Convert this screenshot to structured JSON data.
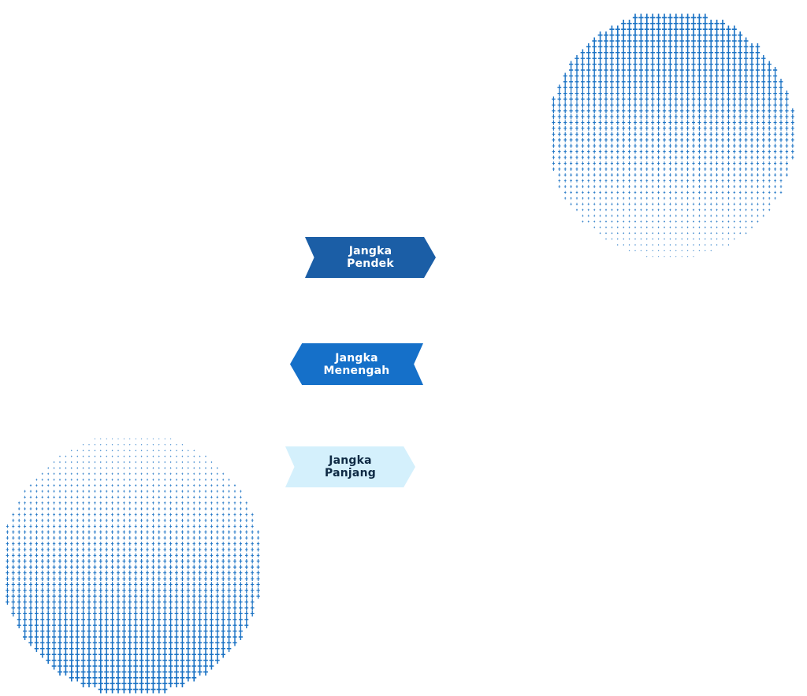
{
  "colors": {
    "dot_color": "#1a72c4",
    "pendek_bg": "#1b5ea6",
    "pendek_text": "#ffffff",
    "menengah_bg": "#1570c9",
    "menengah_text": "#ffffff",
    "panjang_bg": "#d4f0fc",
    "panjang_text": "#0f2a44"
  },
  "tags": {
    "pendek": "Jangka\nPendek",
    "menengah": "Jangka\nMenengah",
    "panjang": "Jangka\nPanjang"
  },
  "decor": {
    "top_right_globe": "halftone-globe",
    "bottom_left_globe": "halftone-globe"
  }
}
